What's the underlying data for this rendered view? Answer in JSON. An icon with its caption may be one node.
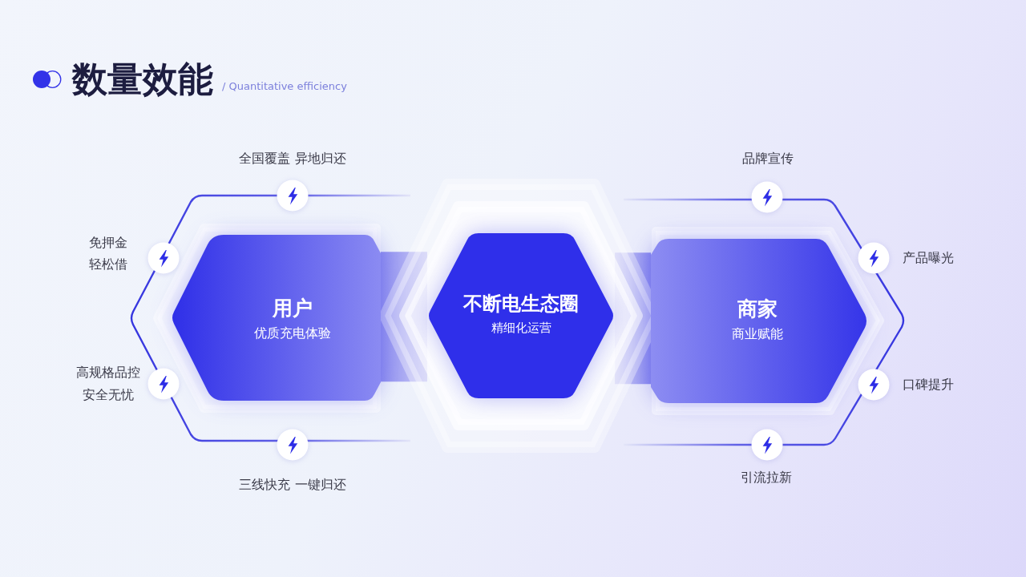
{
  "diagram": {
    "title": "数量效能",
    "nodes": [
      {
        "text": [
          "用户",
          "优质充电体验"
        ]
      },
      {
        "text": [
          "不断电生态圈",
          "精细化运营"
        ]
      },
      {
        "text": [
          "商家",
          "商业赋能"
        ]
      }
    ],
    "edges": [
      {
        "from": 0,
        "to": 1,
        "arrow": "none"
      },
      {
        "from": 1,
        "to": 2,
        "arrow": "none"
      }
    ],
    "labels": [
      "/ Quantitative efficiency",
      "全国覆盖 异地归还",
      "品牌宣传",
      "免押金轻松借",
      "产品曝光",
      "高规格品控安全无忧",
      "口碑提升",
      "三线快充 一键归还",
      "引流拉新"
    ]
  }
}
